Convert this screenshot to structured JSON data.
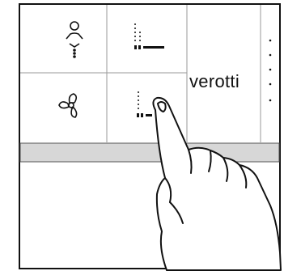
{
  "device": {
    "brand": "verotti",
    "buttons": [
      {
        "name": "user-button",
        "icon": "person-icon"
      },
      {
        "name": "level-button",
        "icon": "level-bars-icon"
      },
      {
        "name": "fan-button",
        "icon": "fan-icon"
      },
      {
        "name": "level-low-button",
        "icon": "level-bars-icon"
      }
    ],
    "indicator_dots": 5,
    "hand": "pointing-hand-illustration"
  },
  "colors": {
    "stroke": "#111111",
    "divider": "#9a9a9a",
    "strip": "#d7d7d7",
    "background": "#ffffff"
  }
}
